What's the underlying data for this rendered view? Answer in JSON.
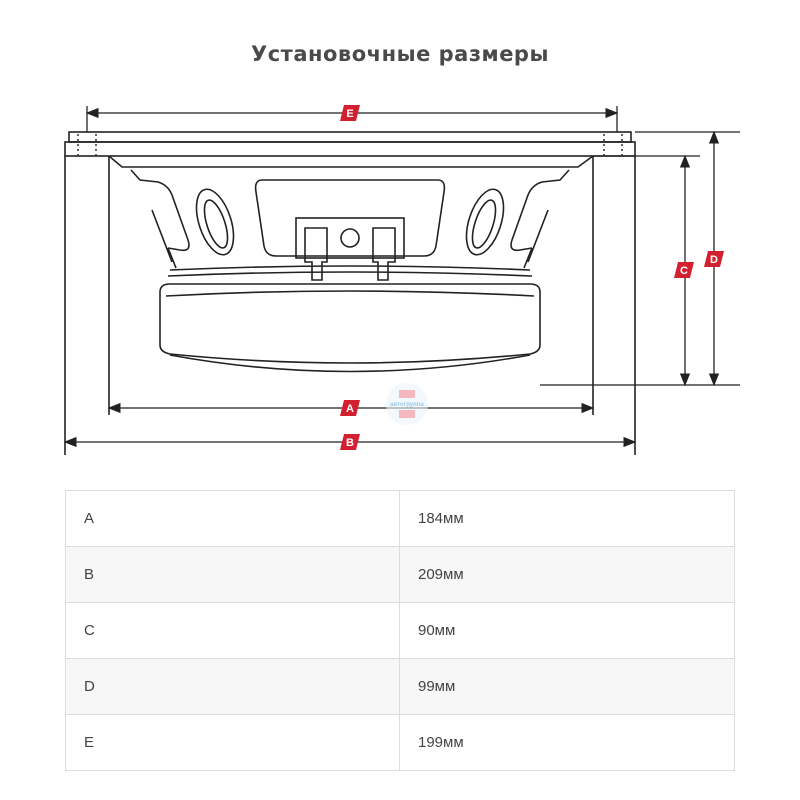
{
  "title": "Установочные размеры",
  "diagram": {
    "labels": {
      "A": "A",
      "B": "B",
      "C": "C",
      "D": "D",
      "E": "E"
    },
    "watermark": "автогруппа",
    "badge_color": "#d32030"
  },
  "table": {
    "rows": [
      {
        "dim": "A",
        "value": "184мм"
      },
      {
        "dim": "B",
        "value": "209мм"
      },
      {
        "dim": "C",
        "value": "90мм"
      },
      {
        "dim": "D",
        "value": "99мм"
      },
      {
        "dim": "E",
        "value": "199мм"
      }
    ]
  }
}
